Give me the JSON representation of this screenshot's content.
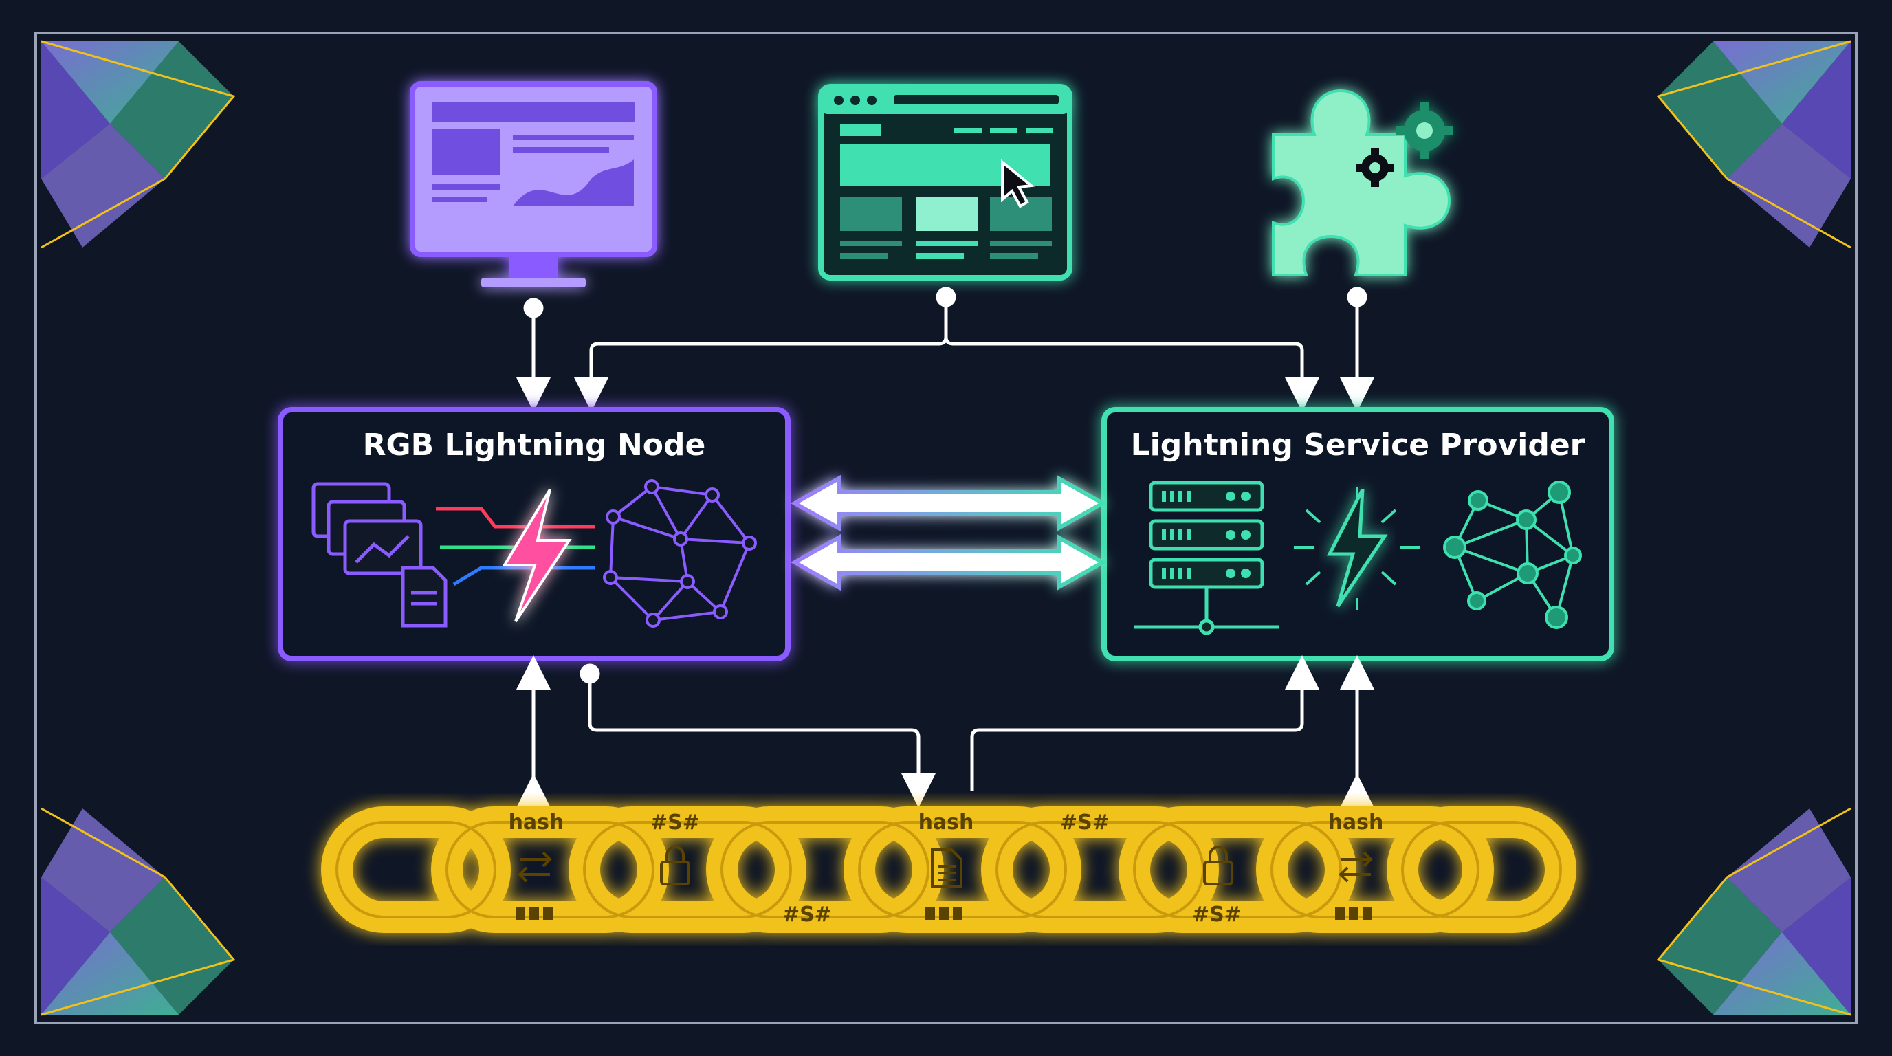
{
  "nodes": {
    "rgb": {
      "title": "RGB Lightning Node"
    },
    "lsp": {
      "title": "Lightning Service Provider"
    }
  },
  "chain": {
    "tags": [
      "hash",
      "#S#",
      "hash",
      "#S#",
      "hash"
    ],
    "bottom_tags": [
      "#S#",
      "#S#"
    ]
  },
  "icons": {
    "desktop": "desktop-monitor-icon",
    "browser": "web-browser-icon",
    "plugin": "puzzle-plugin-icon",
    "documents": "documents-stack-icon",
    "lightning": "lightning-bolt-icon",
    "network": "network-graph-icon",
    "server": "server-rack-icon"
  },
  "colors": {
    "background": "#0f1626",
    "purple": "#8a5cff",
    "green": "#3fe0b0",
    "gold": "#f2c21b",
    "arrow": "#ffffff"
  }
}
